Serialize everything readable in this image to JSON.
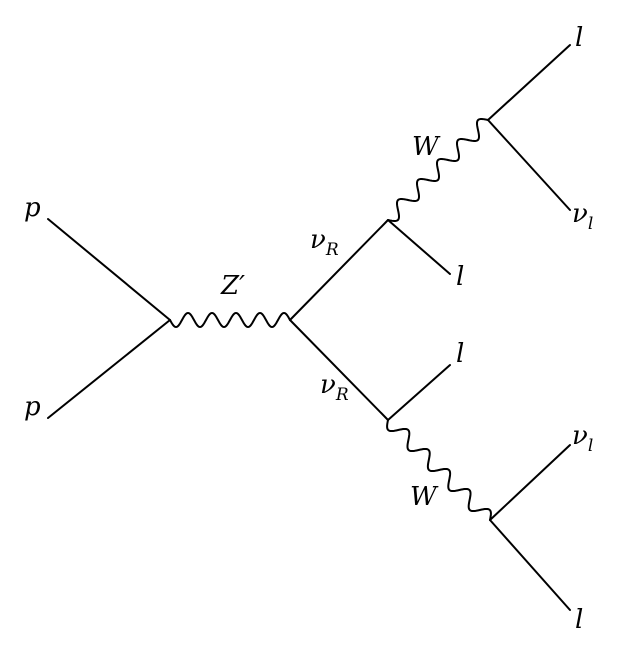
{
  "diagram": {
    "labels": {
      "p_top": "p",
      "p_bottom": "p",
      "zprime": "Z′",
      "nu": "ν",
      "nu_sub": "R",
      "w": "W",
      "l": "l",
      "nul": "ν",
      "nul_sub": "l"
    },
    "colors": {
      "line": "#000000",
      "background": "#ffffff"
    }
  }
}
